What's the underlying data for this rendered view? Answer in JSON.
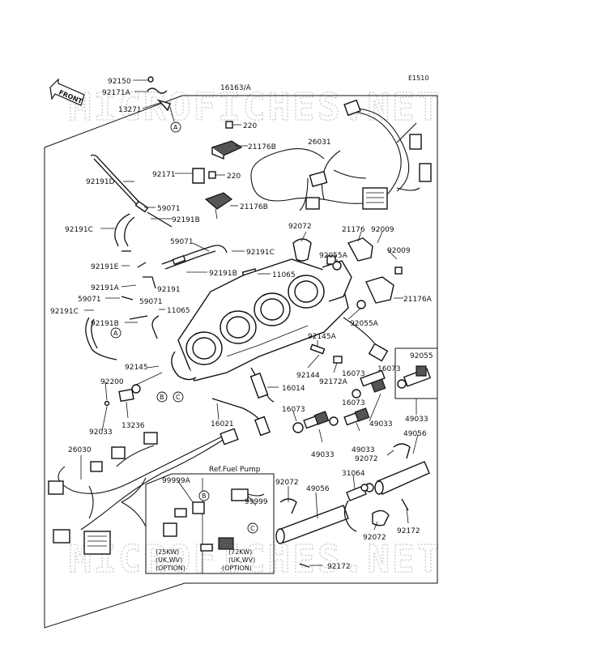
{
  "diagram_code": "E1510",
  "front_label": "FRONT",
  "watermark": "MICROFICHES.NET",
  "ref_label": "Ref.Fuel Pump",
  "callouts": {
    "A": "A",
    "B": "B",
    "C": "C"
  },
  "options": {
    "left_line1": "(25KW)",
    "left_line2": "(UK,WV)",
    "left_line3": "(OPTION)",
    "right_line1": "(72KW)",
    "right_line2": "(UK,WV)",
    "right_line3": "(OPTION)"
  },
  "part_labels": {
    "p92150": "92150",
    "p92171A": "92171A",
    "p13271": "13271",
    "p16163A": "16163/A",
    "p220a": "220",
    "p21176B_a": "21176B",
    "p26031": "26031",
    "p92171": "92171",
    "p220b": "220",
    "p21176B_b": "21176B",
    "p92191D": "92191D",
    "p59071a": "59071",
    "p92191B_a": "92191B",
    "p92191C_a": "92191C",
    "p59071b": "59071",
    "p92191C_b": "92191C",
    "p92072a": "92072",
    "p21176": "21176",
    "p92009a": "92009",
    "p92009b": "92009",
    "p92055A_a": "92055A",
    "p92191E": "92191E",
    "p92191B_b": "92191B",
    "p11065a": "11065",
    "p92191A": "92191A",
    "p92191": "92191",
    "p59071c": "59071",
    "p59071d": "59071",
    "p21176A": "21176A",
    "p92191C_c": "92191C",
    "p11065b": "11065",
    "p92055A_b": "92055A",
    "p92191B_c": "92191B",
    "p92145A": "92145A",
    "p92055": "92055",
    "p92145": "92145",
    "p92144": "92144",
    "p92172A": "92172A",
    "p16073a": "16073",
    "p16073b": "16073",
    "p92200": "92200",
    "p16014": "16014",
    "p16073c": "16073",
    "p49033a": "49033",
    "p49033b": "49033",
    "p16073d": "16073",
    "p13236": "13236",
    "p92033": "92033",
    "p16021": "16021",
    "p49033c": "49033",
    "p49033d": "49033",
    "p49056a": "49056",
    "p92072b": "92072",
    "p26030": "26030",
    "p31064": "31064",
    "p99999A": "99999A",
    "p99999": "99999",
    "p92072c": "92072",
    "p49056b": "49056",
    "p92072d": "92072",
    "p92172a": "92172",
    "p92172b": "92172"
  }
}
